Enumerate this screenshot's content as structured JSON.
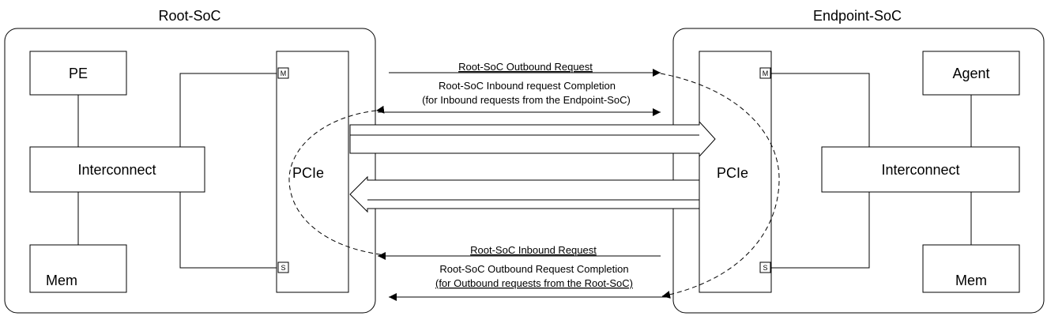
{
  "root_soc": {
    "title": "Root-SoC",
    "pe": "PE",
    "interconnect": "Interconnect",
    "mem": "Mem",
    "pcie": "PCIe",
    "port_master": "M",
    "port_slave": "S"
  },
  "endpoint_soc": {
    "title": "Endpoint-SoC",
    "agent": "Agent",
    "interconnect": "Interconnect",
    "mem": "Mem",
    "pcie": "PCIe",
    "port_master": "M",
    "port_slave": "S"
  },
  "links": {
    "top_label_1": "Root-SoC Outbound Request",
    "top_label_2": "Root-SoC Inbound request Completion",
    "top_label_3": "(for Inbound requests from the Endpoint-SoC)",
    "bottom_label_1": "Root-SoC Inbound Request",
    "bottom_label_2": "Root-SoC Outbound Request Completion",
    "bottom_label_3": "(for Outbound requests from the Root-SoC)"
  }
}
